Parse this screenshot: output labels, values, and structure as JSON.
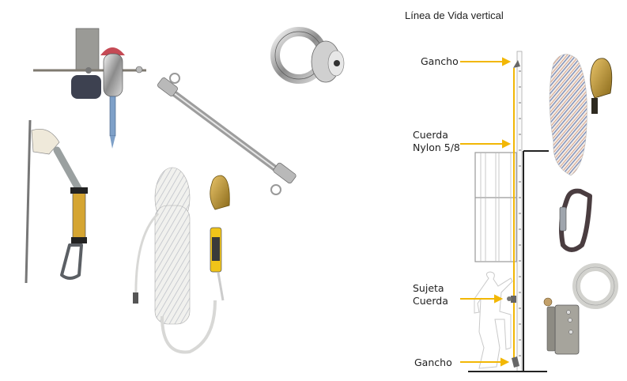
{
  "diagram": {
    "title": "Línea de Vida vertical",
    "labels": [
      {
        "id": "gancho-top",
        "lines": [
          "Gancho"
        ]
      },
      {
        "id": "cuerda",
        "lines": [
          "Cuerda",
          "Nylon 5/8"
        ]
      },
      {
        "id": "sujeta-cuerda",
        "lines": [
          "Sujeta",
          "Cuerda"
        ]
      },
      {
        "id": "gancho-bottom",
        "lines": [
          "Gancho"
        ]
      }
    ],
    "colors": {
      "arrow": "#f2b705",
      "rope": "#f2b705",
      "structure": "#222222",
      "ladder": "#999999"
    }
  },
  "products": [
    {
      "name": "cable-shuttle-anchor",
      "description": "Cable line traveler with red roller"
    },
    {
      "name": "eye-nut",
      "description": "Stainless steel eye nut"
    },
    {
      "name": "turnbuckle",
      "description": "Stainless steel jaw turnbuckle"
    },
    {
      "name": "rope-grab-lanyard",
      "description": "Rope grab with shock absorber and carabiner"
    },
    {
      "name": "rope-lifeline-kit",
      "description": "White rope coil with snap hook and absorber"
    },
    {
      "name": "nylon-rope-coil",
      "description": "Twisted rope with snap hook"
    },
    {
      "name": "carabiner",
      "description": "Locking carabiner"
    },
    {
      "name": "rope-grab",
      "description": "Steel rope grab with ring"
    }
  ]
}
